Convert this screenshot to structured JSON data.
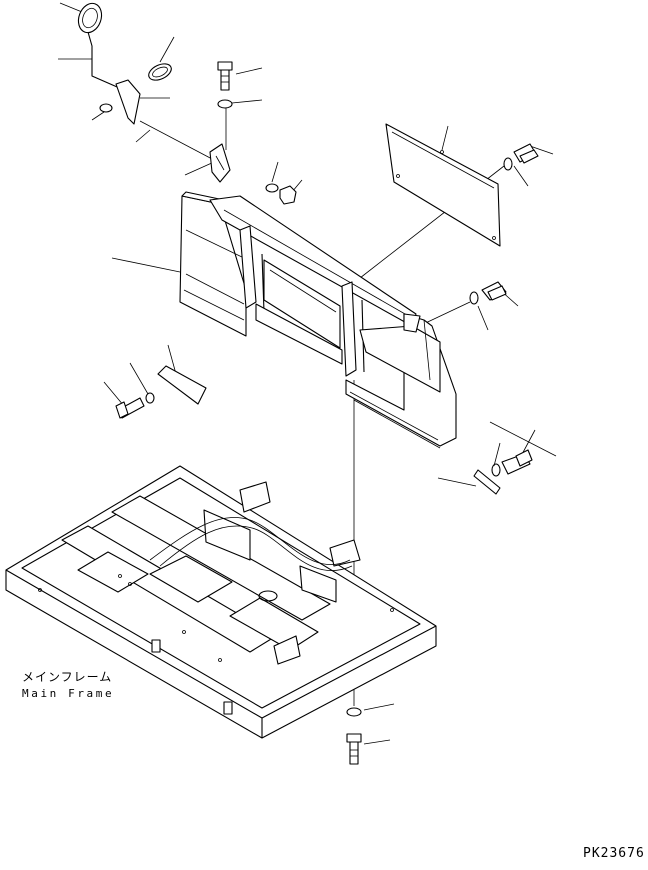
{
  "diagram": {
    "frame_label_jp": "メインフレーム",
    "frame_label_en": "Main Frame",
    "drawing_code": "PK23676"
  }
}
